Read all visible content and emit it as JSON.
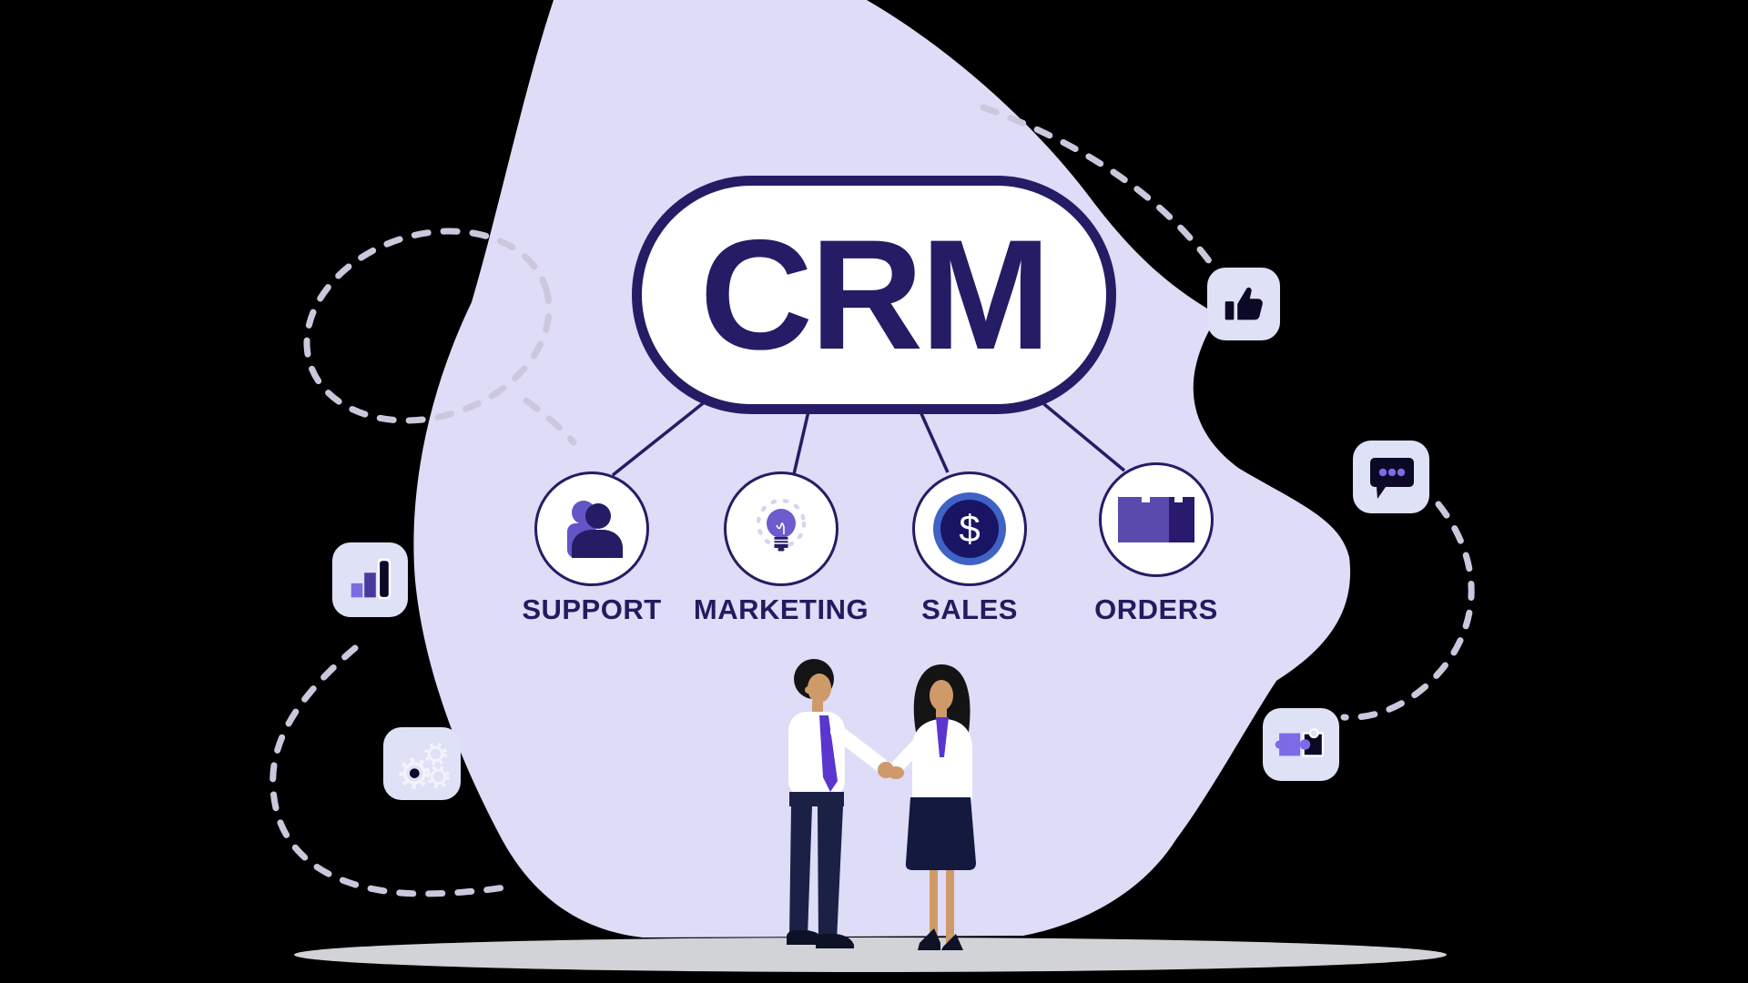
{
  "illustration": {
    "title": "CRM",
    "nodes": [
      {
        "label": "SUPPORT",
        "icon": "people-icon"
      },
      {
        "label": "MARKETING",
        "icon": "lightbulb-icon"
      },
      {
        "label": "SALES",
        "icon": "dollar-coin-icon"
      },
      {
        "label": "ORDERS",
        "icon": "box-icon"
      }
    ],
    "coin_symbol": "$",
    "floating_icons": [
      "thumbs-up-icon",
      "chat-bubble-icon",
      "bar-chart-icon",
      "gears-icon",
      "puzzle-piece-icon"
    ],
    "scene": "businessman and businesswoman shaking hands",
    "colors": {
      "background": "#000000",
      "blob": "#dedcf6",
      "navy": "#251c66",
      "violet": "#6355c6",
      "violet_light": "#7b6be6",
      "coin_ring_blue": "#3e63c4",
      "coin_face_navy": "#1a1464",
      "dash": "#cbc8dd",
      "ground_shadow": "#d2d3d7",
      "tile": "#dfe1f7",
      "skin": "#cf9a6a",
      "tie_purple": "#5a36cf",
      "suit_navy": "#1b2145"
    }
  }
}
